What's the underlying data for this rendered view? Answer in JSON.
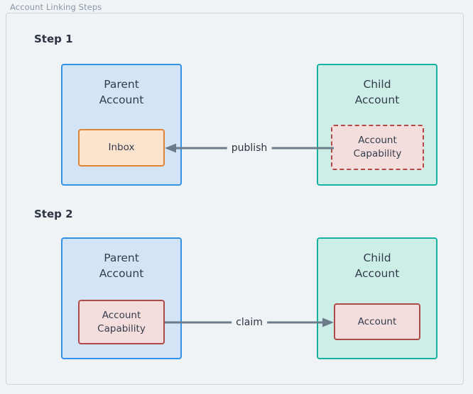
{
  "diagram": {
    "subgraph_label": "Account Linking Steps",
    "type": "flowchart",
    "colors": {
      "canvas_background": "#f1f4f7",
      "subgraph_background": "#eff3f6",
      "subgraph_border": "#ccd5de",
      "subgraph_label_text": "#8a97a6",
      "parent_border": "#3292e8",
      "parent_fill": "#d4e4f7",
      "child_border": "#15b2a0",
      "child_fill": "#cdeee7",
      "inbox_border": "#e08438",
      "inbox_fill": "#fbe3ce",
      "capability_border": "#b04a4a",
      "capability_fill": "#f4dedd",
      "edge_stroke": "#6b7b8c",
      "node_text": "#333c4c",
      "step_title_text": "#2c3442"
    },
    "steps": [
      {
        "title": "Step 1",
        "parent": {
          "title": "Parent\nAccount",
          "node": {
            "label": "Inbox",
            "style": "solid-orange"
          }
        },
        "child": {
          "title": "Child\nAccount",
          "node": {
            "label": "Account\nCapability",
            "style": "dashed-red"
          }
        },
        "edge": {
          "label": "publish",
          "direction": "right-to-left"
        }
      },
      {
        "title": "Step 2",
        "parent": {
          "title": "Parent\nAccount",
          "node": {
            "label": "Account\nCapability",
            "style": "solid-red"
          }
        },
        "child": {
          "title": "Child\nAccount",
          "node": {
            "label": "Account",
            "style": "solid-red"
          }
        },
        "edge": {
          "label": "claim",
          "direction": "left-to-right"
        }
      }
    ]
  }
}
